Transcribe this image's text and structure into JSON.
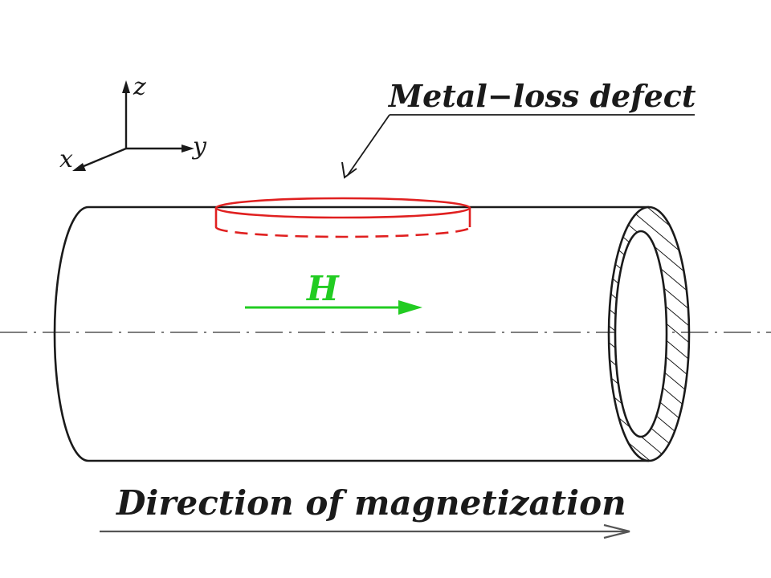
{
  "axes": {
    "z_label": "z",
    "y_label": "y",
    "x_label": "x"
  },
  "defect": {
    "label": "Metal−loss defect",
    "color": "#e02020"
  },
  "field": {
    "label": "H",
    "color": "#22cc22"
  },
  "magnetization": {
    "label": "Direction of magnetization"
  },
  "colors": {
    "line": "#1a1a1a",
    "centerline": "#555555"
  }
}
